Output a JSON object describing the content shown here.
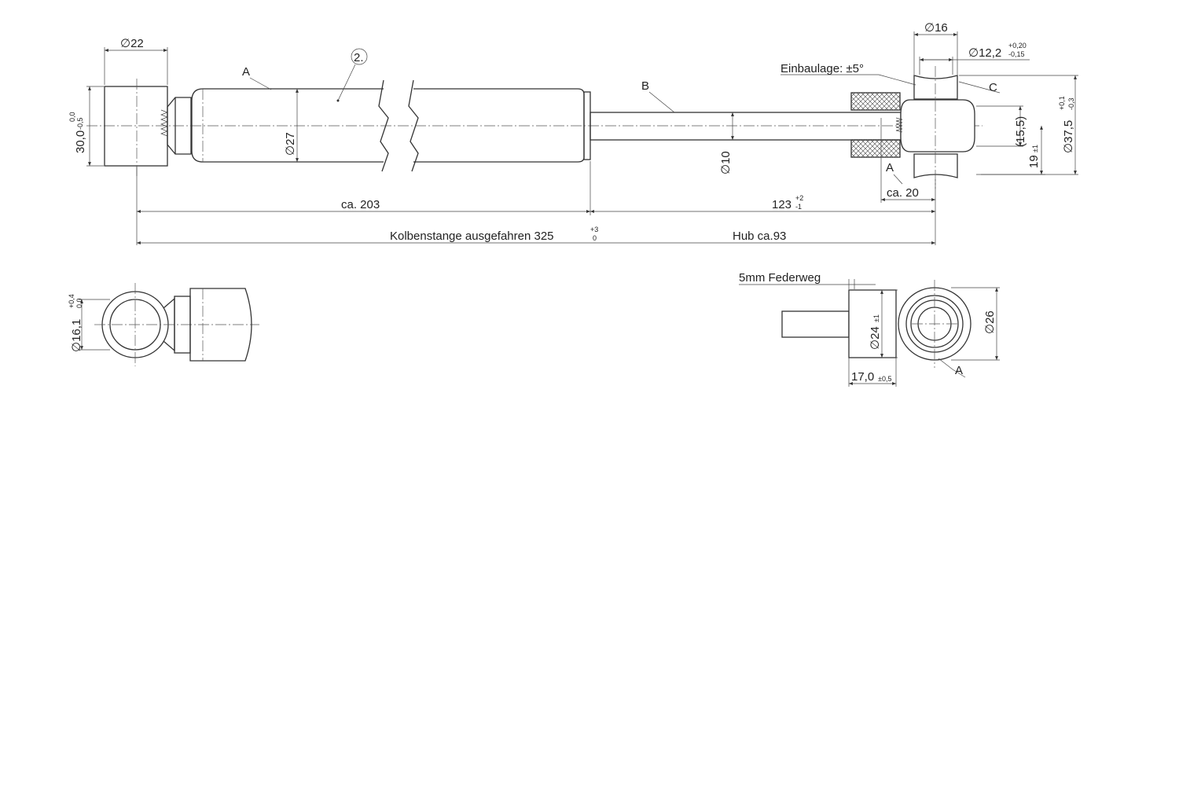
{
  "drawing": {
    "annotations": {
      "dia_22": "∅22",
      "dia_27": "∅27",
      "dia_10": "∅10",
      "dia_16": "∅16",
      "dia_12_2": "∅12,2",
      "dia_12_2_tol_upper": "+0,20",
      "dia_12_2_tol_lower": "-0,15",
      "einbaulage": "Einbaulage: ±5°",
      "label_c": "C",
      "label_a_top": "A",
      "label_b": "B",
      "label_a_mid": "A",
      "label_a_bottom": "A",
      "item_2": "2.",
      "height_30": "30,0",
      "height_30_tol_upper": "0,0",
      "height_30_tol_lower": "-0,5",
      "dim_15_5": "(15,5)",
      "dim_19": "19",
      "dim_19_tol": "±1",
      "dia_37_5": "∅37,5",
      "dia_37_5_tol_upper": "+0,1",
      "dia_37_5_tol_lower": "-0,3",
      "ca_20": "ca. 20",
      "ca_203": "ca. 203",
      "dim_123": "123",
      "dim_123_tol_upper": "+2",
      "dim_123_tol_lower": "-1",
      "kolbenstange": "Kolbenstange ausgefahren 325",
      "kolbenstange_tol_upper": "+3",
      "kolbenstange_tol_lower": "0",
      "hub": "Hub ca.93",
      "dia_16_1": "∅16,1",
      "dia_16_1_tol_upper": "+0,4",
      "dia_16_1_tol_lower": "0,0",
      "federweg": "5mm Federweg",
      "dia_24": "∅24",
      "dia_24_tol": "±1",
      "dia_26": "∅26",
      "dim_17": "17,0",
      "dim_17_tol": "±0,5"
    }
  }
}
